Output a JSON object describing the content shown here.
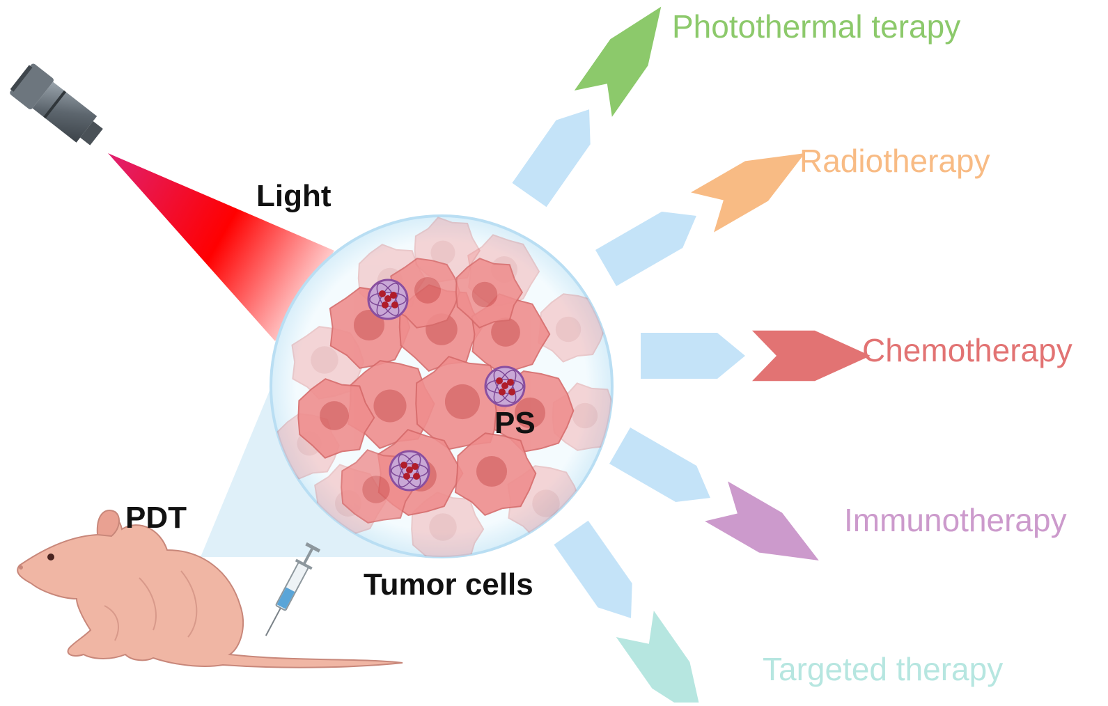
{
  "labels": {
    "light": "Light",
    "ps": "PS",
    "pdt": "PDT",
    "tumor_cells": "Tumor cells"
  },
  "therapies": [
    {
      "label": "Photothermal terapy",
      "color": "#8cc96b"
    },
    {
      "label": "Radiotherapy",
      "color": "#f8bb84"
    },
    {
      "label": "Chemotherapy",
      "color": "#e27373"
    },
    {
      "label": "Immunotherapy",
      "color": "#cc9acc"
    },
    {
      "label": "Targeted therapy",
      "color": "#b6e6e0"
    }
  ],
  "colors": {
    "light_beam_start": "#e0206e",
    "light_beam_end": "#ff0000",
    "arrow_blue": "#c4e3f8",
    "tumor_sphere": "#e9f5fb",
    "cell_fill": "#ef8e8e",
    "nucleus_fill": "#d96565",
    "nanoparticle": "#8a4fa0",
    "mouse_fill": "#f0b6a4"
  },
  "icons": {
    "light_source": "objective-lens-icon",
    "mouse": "nude-mouse-icon",
    "syringe": "syringe-icon",
    "nanoparticle": "nanoparticle-icon"
  }
}
